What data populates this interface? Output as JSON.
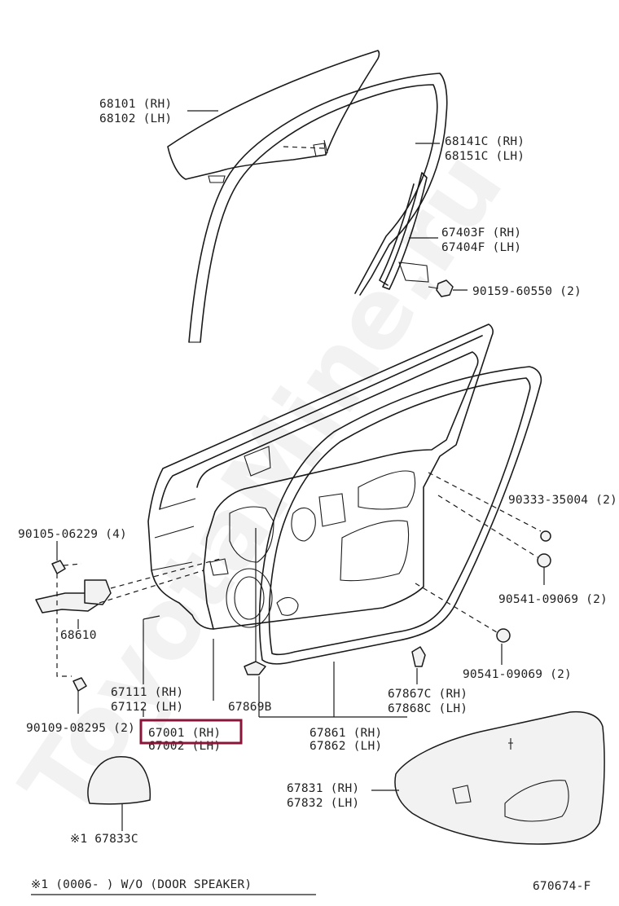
{
  "watermark": "ToyotaMine.ru",
  "parts": {
    "glass_rh": "68101 (RH)",
    "glass_lh": "68102 (LH)",
    "run_rh": "68141C (RH)",
    "run_lh": "68151C (LH)",
    "channel_rh": "67403F (RH)",
    "channel_lh": "67404F (LH)",
    "bolt_9015960550": "90159-60550 (2)",
    "plug_9033335004": "90333-35004 (2)",
    "bolt_9010506229": "90105-06229 (4)",
    "check_68610": "68610",
    "plug_9054109069_a": "90541-09069 (2)",
    "plug_9054109069_b": "90541-09069 (2)",
    "hinge_rh": "67111 (RH)",
    "hinge_lh": "67112 (LH)",
    "clip_67869b": "67869B",
    "clip_rh": "67867C (RH)",
    "clip_lh": "67868C (LH)",
    "bolt_9010908295": "90109-08295 (2)",
    "door_rh": "67001 (RH)",
    "door_lh": "67002 (LH)",
    "weather_rh": "67861 (RH)",
    "weather_lh": "67862 (LH)",
    "trim_rh": "67831 (RH)",
    "trim_lh": "67832 (LH)",
    "cover_67833c": "※1 67833C"
  },
  "footnote": "※1 (0006-      ) W/O (DOOR SPEAKER)",
  "diagram_code": "670674-F",
  "highlight_color": "#8a1538"
}
